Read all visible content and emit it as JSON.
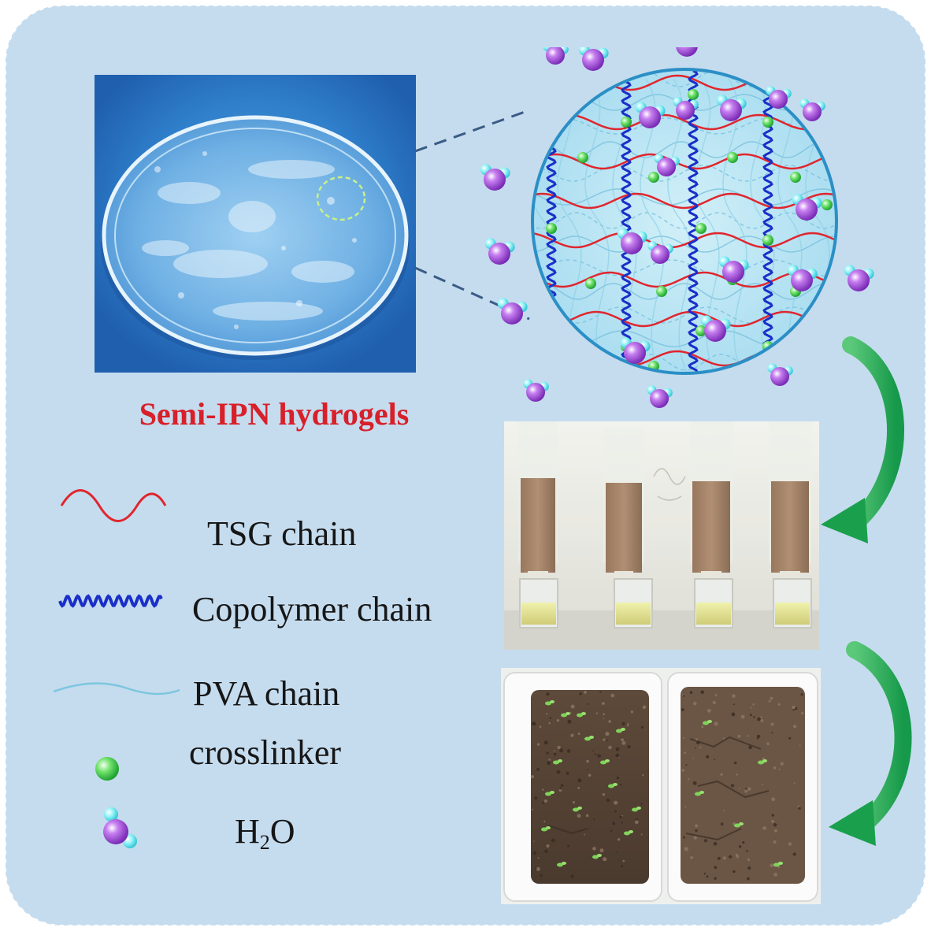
{
  "title": "Semi-IPN hydrogels",
  "legend": {
    "tsg": "TSG chain",
    "copolymer": "Copolymer chain",
    "pva": "PVA chain",
    "crosslinker": "crosslinker",
    "water_main": "H",
    "water_sub": "2",
    "water_tail": "O"
  },
  "colors": {
    "panel_bg": "#c5dcee",
    "tsg_chain": "#e0262e",
    "copolymer_chain": "#1a2fc8",
    "pva_chain": "#7cc6e0",
    "crosslinker": "#4fd14f",
    "water_o": "#a24ed8",
    "water_h": "#6ee6ee",
    "arrow": "#1fa34d",
    "title": "#d8202a"
  }
}
